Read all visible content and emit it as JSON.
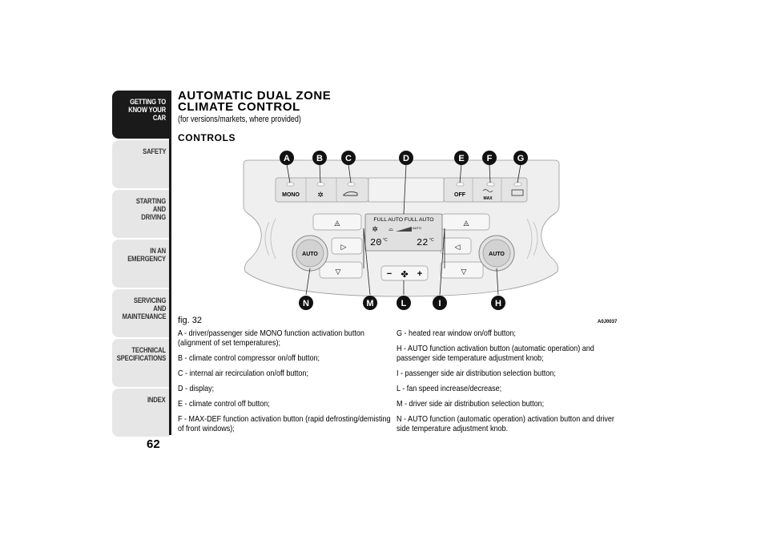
{
  "sidebar": {
    "tabs": [
      {
        "label": "GETTING TO\nKNOW YOUR CAR",
        "active": true
      },
      {
        "label": "SAFETY",
        "active": false
      },
      {
        "label": "STARTING AND\nDRIVING",
        "active": false
      },
      {
        "label": "IN AN EMERGENCY",
        "active": false
      },
      {
        "label": "SERVICING AND\nMAINTENANCE",
        "active": false
      },
      {
        "label": "TECHNICAL\nSPECIFICATIONS",
        "active": false
      },
      {
        "label": "INDEX",
        "active": false
      }
    ],
    "page_number": "62"
  },
  "header": {
    "title": "AUTOMATIC DUAL ZONE\nCLIMATE CONTROL",
    "subtitle": "(for versions/markets, where provided)",
    "section": "CONTROLS"
  },
  "figure": {
    "caption": "fig. 32",
    "code": "A0J0037",
    "top_labels": [
      "A",
      "B",
      "C",
      "D",
      "E",
      "F",
      "G"
    ],
    "bottom_labels": [
      "N",
      "M",
      "L",
      "I",
      "H"
    ],
    "buttons": {
      "mono": "MONO",
      "off": "OFF",
      "max": "MAX",
      "auto_left": "AUTO",
      "auto_right": "AUTO"
    },
    "display": {
      "top_text": "FULL AUTO  FULL AUTO",
      "left_temp": "20",
      "right_temp": "22",
      "unit": "°C",
      "mode": "AUTO"
    },
    "fan": {
      "minus": "−",
      "plus": "+"
    }
  },
  "descriptions": {
    "left": [
      "A - driver/passenger side MONO function activation button (alignment of set temperatures);",
      "B - climate control compressor on/off button;",
      "C - internal air recirculation on/off button;",
      "D - display;",
      "E - climate control off button;",
      "F - MAX-DEF function activation button (rapid defrosting/demisting of front windows);"
    ],
    "right": [
      "G - heated rear window on/off button;",
      "H - AUTO function activation button (automatic operation) and passenger side temperature adjustment knob;",
      "I - passenger side air distribution selection button;",
      "L - fan speed increase/decrease;",
      "M - driver side air distribution selection button;",
      "N - AUTO function (automatic operation) activation button and driver side temperature adjustment knob."
    ]
  }
}
